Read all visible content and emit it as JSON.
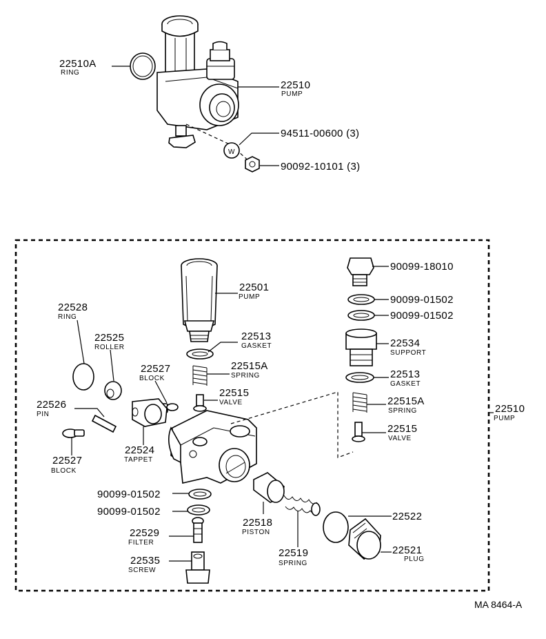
{
  "top_assembly": {
    "ring": {
      "number": "22510A",
      "name": "RING"
    },
    "pump": {
      "number": "22510",
      "name": "PUMP"
    },
    "washer": {
      "number": "94511-00600 (3)"
    },
    "nut": {
      "number": "90092-10101 (3)"
    },
    "washer_mark": "W"
  },
  "exploded": {
    "pump_total": {
      "number": "22510",
      "name": "PUMP"
    },
    "pump_body": {
      "number": "22501",
      "name": "PUMP"
    },
    "ring": {
      "number": "22528",
      "name": "RING"
    },
    "roller": {
      "number": "22525",
      "name": "ROLLER"
    },
    "block_upper": {
      "number": "22527",
      "name": "BLOCK"
    },
    "pin": {
      "number": "22526",
      "name": "PIN"
    },
    "block_lower": {
      "number": "22527",
      "name": "BLOCK"
    },
    "tappet": {
      "number": "22524",
      "name": "TAPPET"
    },
    "gasket_left": {
      "number": "22513",
      "name": "GASKET"
    },
    "spring_left": {
      "number": "22515A",
      "name": "SPRING"
    },
    "valve_left": {
      "number": "22515",
      "name": "VALVE"
    },
    "bolt": {
      "number": "90099-18010"
    },
    "gasket_r1": {
      "number": "90099-01502"
    },
    "gasket_r2": {
      "number": "90099-01502"
    },
    "support": {
      "number": "22534",
      "name": "SUPPORT"
    },
    "gasket_right": {
      "number": "22513",
      "name": "GASKET"
    },
    "spring_right": {
      "number": "22515A",
      "name": "SPRING"
    },
    "valve_right": {
      "number": "22515",
      "name": "VALVE"
    },
    "gasket_l1": {
      "number": "90099-01502"
    },
    "gasket_l2": {
      "number": "90099-01502"
    },
    "filter": {
      "number": "22529",
      "name": "FILTER"
    },
    "screw": {
      "number": "22535",
      "name": "SCREW"
    },
    "piston": {
      "number": "22518",
      "name": "PISTON"
    },
    "spring_piston": {
      "number": "22519",
      "name": "SPRING"
    },
    "gasket_plug": {
      "number": "22522"
    },
    "plug": {
      "number": "22521",
      "name": "PLUG"
    }
  },
  "figure_code": "MA 8464-A"
}
